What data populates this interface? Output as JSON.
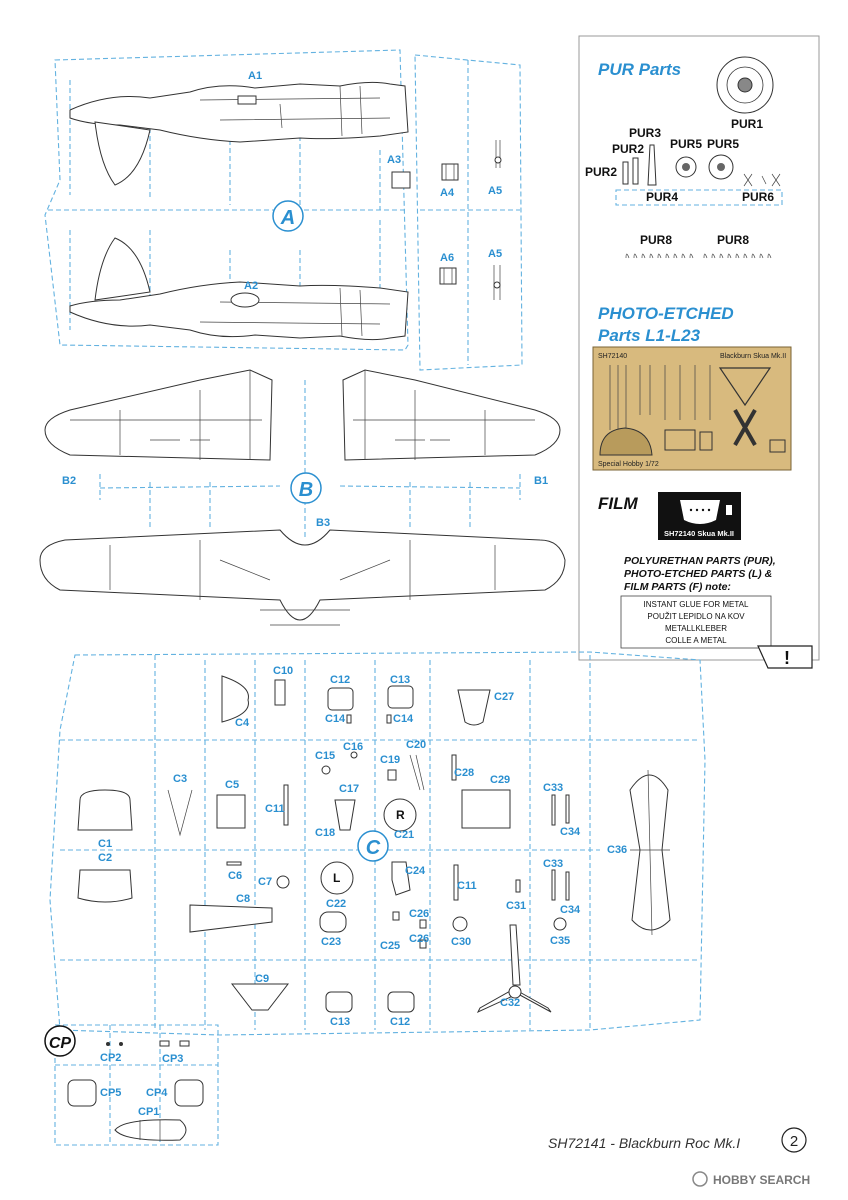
{
  "sprues": {
    "a": {
      "letter": "A",
      "parts": [
        "A1",
        "A2",
        "A3",
        "A4",
        "A5",
        "A6",
        "A5"
      ]
    },
    "b": {
      "letter": "B",
      "parts": [
        "B1",
        "B2",
        "B3"
      ]
    },
    "c": {
      "letter": "C",
      "parts": [
        "C1",
        "C2",
        "C3",
        "C4",
        "C5",
        "C6",
        "C7",
        "C8",
        "C9",
        "C10",
        "C11",
        "C11",
        "C12",
        "C12",
        "C13",
        "C13",
        "C14",
        "C14",
        "C15",
        "C16",
        "C17",
        "C18",
        "C19",
        "C20",
        "C21",
        "C22",
        "C23",
        "C24",
        "C25",
        "C26",
        "C26",
        "C27",
        "C28",
        "C29",
        "C30",
        "C31",
        "C32",
        "C33",
        "C33",
        "C34",
        "C34",
        "C35",
        "C36"
      ]
    },
    "cp": {
      "letter": "CP",
      "parts": [
        "CP1",
        "CP2",
        "CP3",
        "CP4",
        "CP5"
      ]
    }
  },
  "pur": {
    "title": "PUR Parts",
    "parts": [
      "PUR1",
      "PUR2",
      "PUR2",
      "PUR3",
      "PUR4",
      "PUR5",
      "PUR5",
      "PUR6",
      "PUR8",
      "PUR8"
    ]
  },
  "photo_etched": {
    "title_line1": "PHOTO-ETCHED",
    "title_line2": "Parts L1-L23",
    "code": "SH72140",
    "name": "Blackburn Skua Mk.II",
    "maker": "Special Hobby 1/72"
  },
  "film": {
    "title": "FILM",
    "label": "SH72140 Skua Mk.II"
  },
  "note": {
    "line1": "POLYURETHAN PARTS (PUR),",
    "line2": "PHOTO-ETCHED PARTS (L) &",
    "line3": "FILM  PARTS (F) note:",
    "glue": [
      "INSTANT GLUE FOR METAL",
      "POUŽIT LEPIDLO NA KOV",
      "METALLKLEBER",
      "COLLE A METAL"
    ],
    "warning": "!"
  },
  "footer": {
    "text": "SH72141 - Blackburn Roc  Mk.I",
    "page": "2"
  },
  "watermark": "HOBBY SEARCH",
  "disc_marks": {
    "r": "R",
    "l": "L"
  },
  "colors": {
    "accent": "#2a8fd0",
    "sprue": "#63b2e0",
    "etch": "#d8ba7e"
  }
}
